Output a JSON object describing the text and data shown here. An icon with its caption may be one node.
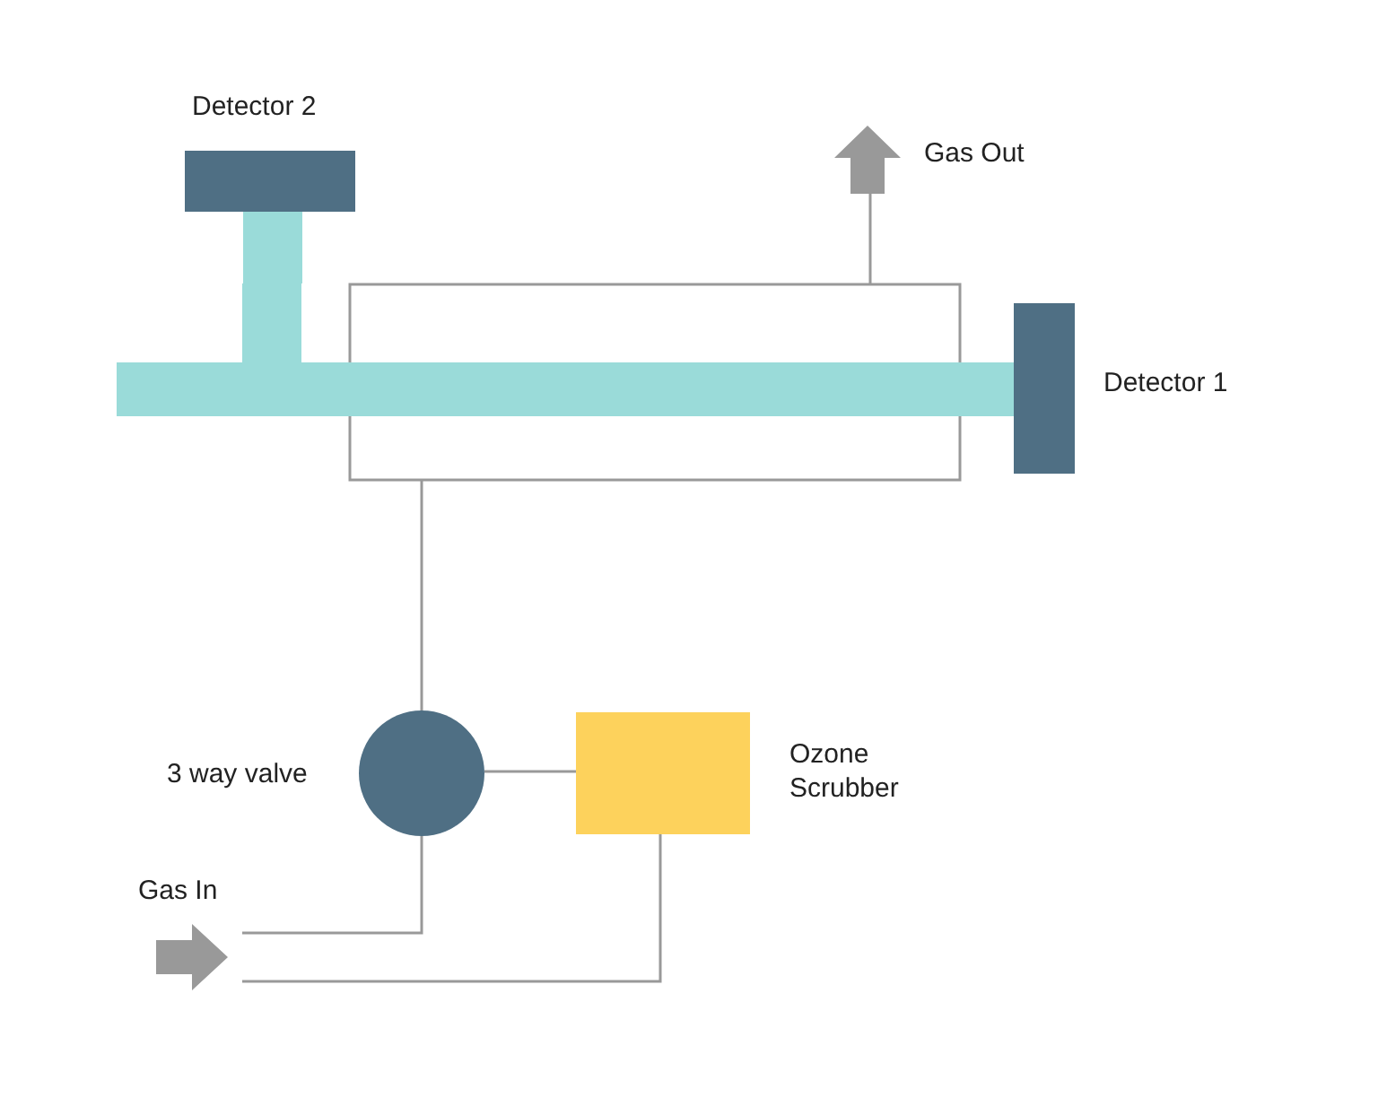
{
  "diagram": {
    "nodes": [
      {
        "text": [
          "Detector 2"
        ]
      },
      {
        "text": [],
        "shape": "bar"
      },
      {
        "text": [
          "Gas Out"
        ]
      },
      {
        "text": [
          "Detector 1"
        ]
      },
      {
        "text": [
          "3 way valve"
        ]
      },
      {
        "text": [
          "Ozone Scrubber"
        ]
      },
      {
        "text": [
          "Gas In"
        ]
      }
    ],
    "edges": [
      {
        "from": 0,
        "to": 1,
        "arrow": "none",
        "style": "thick",
        "color": "#9adbd9"
      },
      {
        "from": 1,
        "to": 2,
        "arrow": "none"
      },
      {
        "from": 4,
        "to": 1,
        "arrow": "none"
      },
      {
        "from": 5,
        "to": 4,
        "arrow": "none"
      },
      {
        "from": 6,
        "to": 4,
        "arrow": "none"
      },
      {
        "from": 6,
        "to": 5,
        "arrow": "none"
      }
    ]
  }
}
